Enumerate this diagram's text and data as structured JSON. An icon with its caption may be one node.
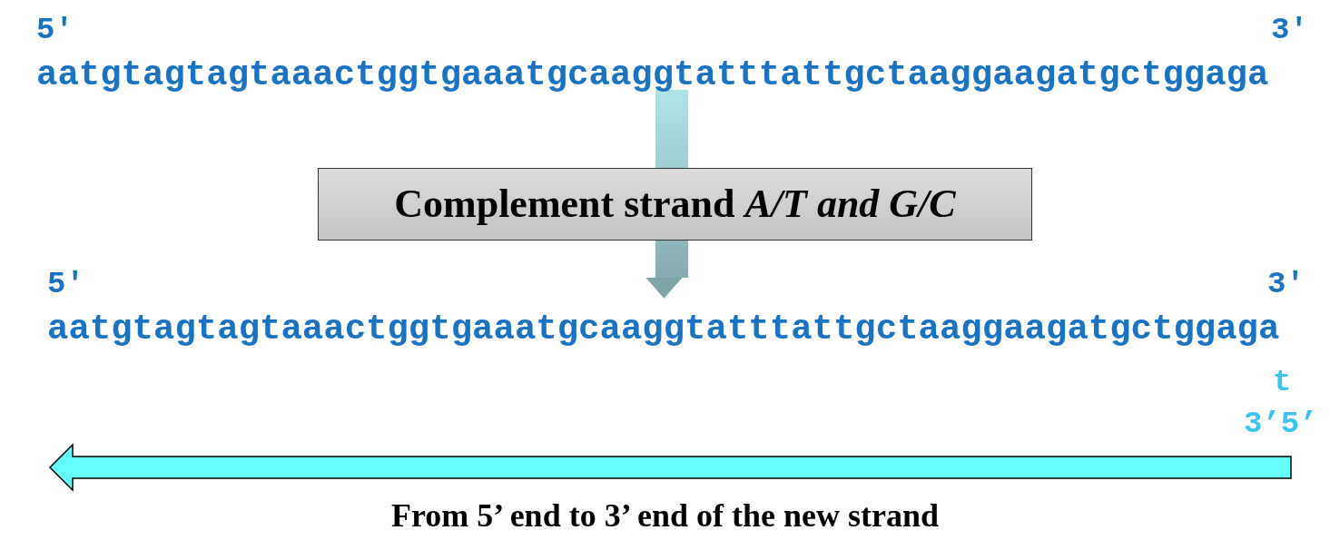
{
  "diagram": {
    "caption": "From 5’ end to 3’ end of the new strand",
    "nodes": [
      {
        "text": [
          "aatgtagtagtaaactggtgaaatgcaaggtatttattgctaaggaagatgctggaga"
        ],
        "beside": [
          "5'",
          "3'"
        ]
      },
      {
        "text": [
          "Complement strand *A/T and G/C*"
        ]
      },
      {
        "text": [
          "aatgtagtagtaaactggtgaaatgcaaggtatttattgctaaggaagatgctggaga"
        ],
        "beside": [
          "5'",
          "3'"
        ]
      }
    ],
    "edges": [
      {
        "from": 0,
        "to": 1,
        "arrow": "none"
      },
      {
        "from": 1,
        "to": 2,
        "arrow": "to"
      }
    ],
    "labels": [
      "t",
      "3’5’"
    ]
  }
}
